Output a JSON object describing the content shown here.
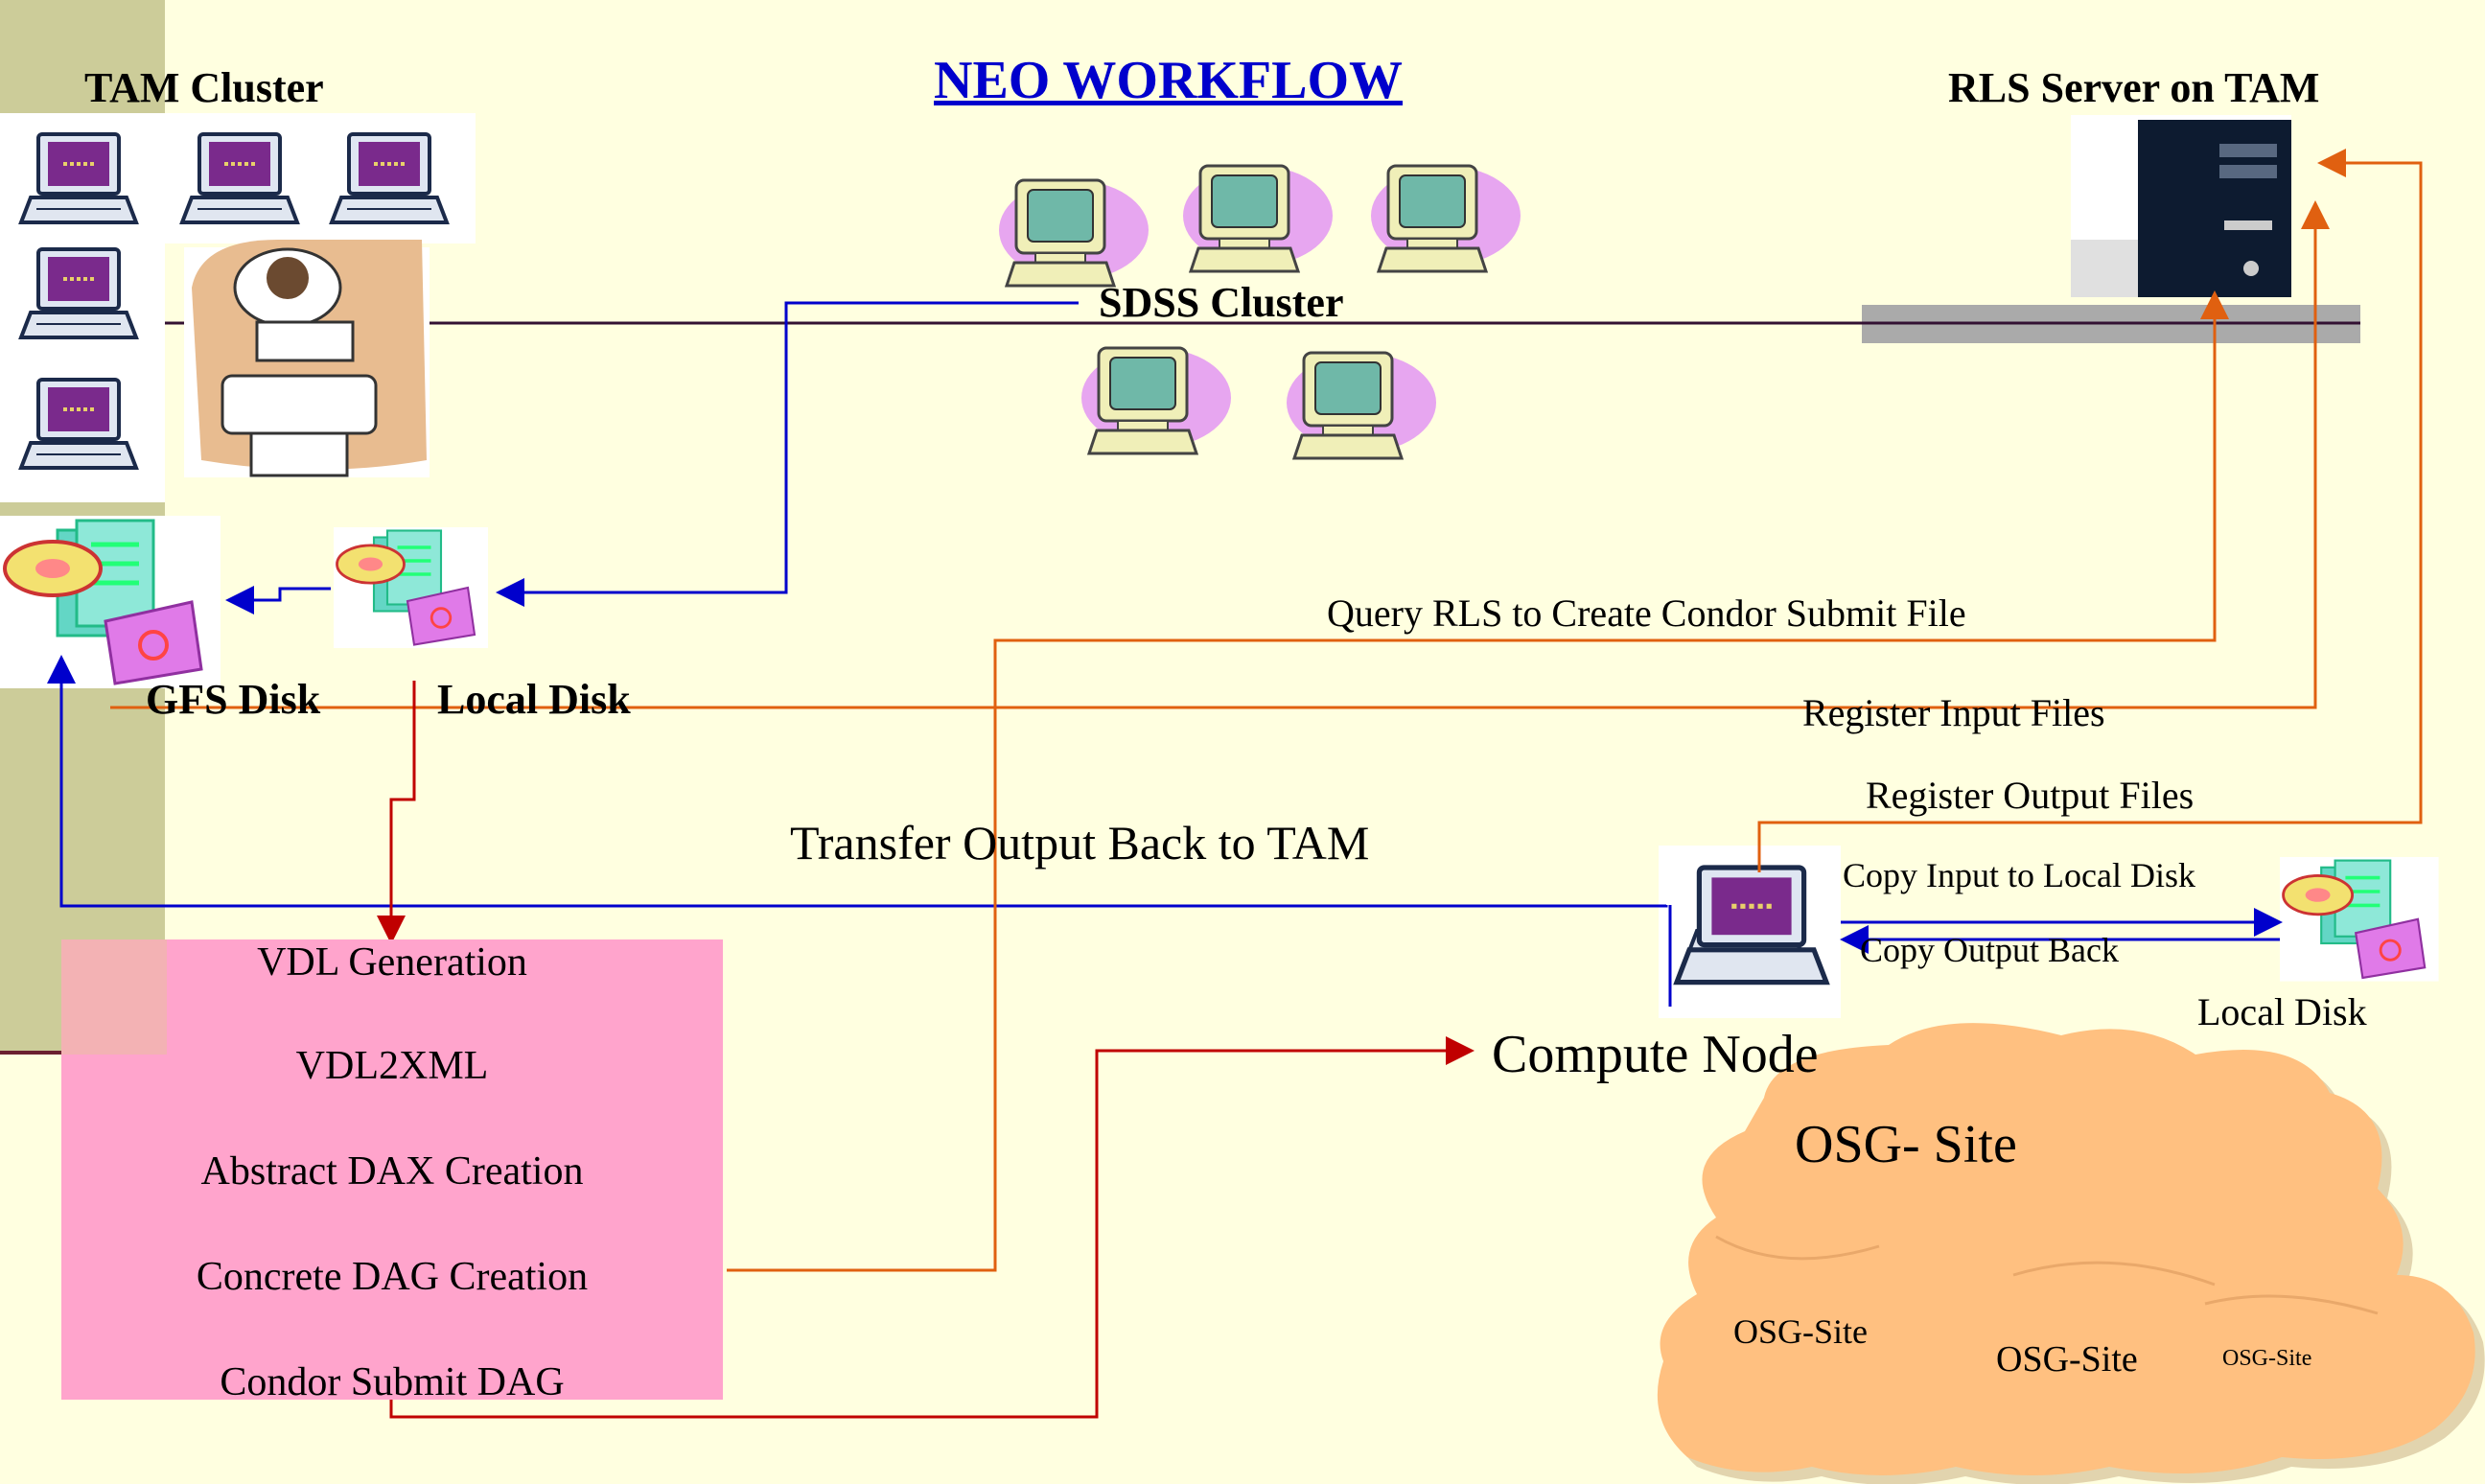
{
  "title": "NEO WORKFLOW",
  "tam_cluster": {
    "label": "TAM Cluster"
  },
  "sdss_cluster": {
    "label": "SDSS Cluster"
  },
  "rls_server": {
    "label": "RLS Server on TAM"
  },
  "gfs_disk": {
    "label": "GFS Disk"
  },
  "local_disk_tam": {
    "label": "Local Disk"
  },
  "local_disk_osg": {
    "label": "Local Disk"
  },
  "compute_node": {
    "label": "Compute Node"
  },
  "osg": {
    "main_label": "OSG- Site",
    "sites": [
      "OSG-Site",
      "OSG-Site",
      "OSG-Site"
    ]
  },
  "edges": {
    "query_rls": "Query RLS to Create Condor Submit File",
    "register_input": "Register Input Files",
    "register_output": "Register Output Files",
    "transfer_output": "Transfer Output Back to TAM",
    "copy_input": "Copy Input to Local Disk",
    "copy_output": "Copy Output Back"
  },
  "workflow_steps": [
    "VDL Generation",
    "VDL2XML",
    "Abstract DAX Creation",
    "Concrete DAG Creation",
    "Condor Submit DAG"
  ],
  "colors": {
    "background": "#ffffe0",
    "sidebar": "#cccc99",
    "flow_box": "#ffa4cc",
    "cloud": "#ffc080",
    "blue_link": "#0000cc",
    "orange_link": "#e06010",
    "red_link": "#c00000"
  }
}
